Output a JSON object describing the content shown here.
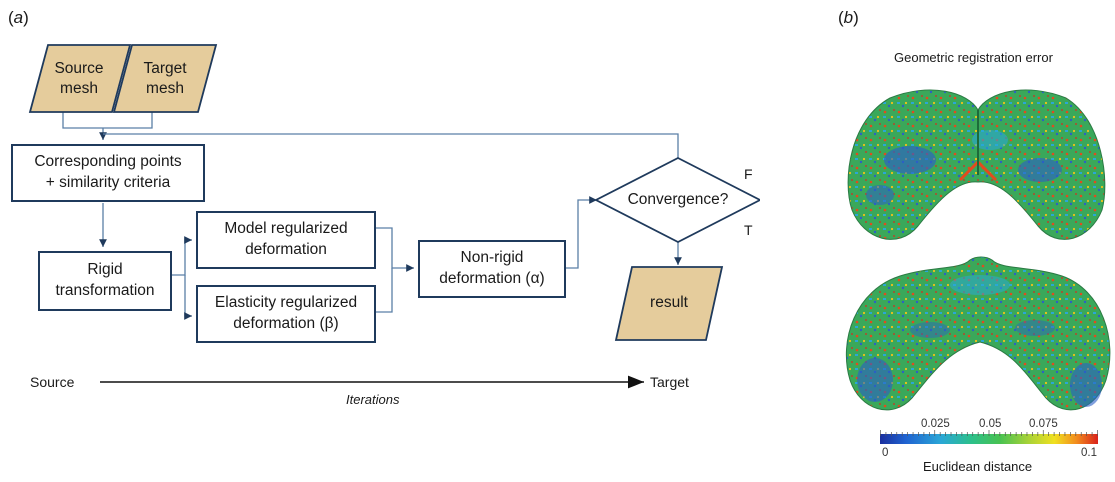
{
  "panel_a": {
    "label_paren_open": "(",
    "label_letter": "a",
    "label_paren_close": ")",
    "inputs": {
      "source_mesh": "Source\nmesh",
      "target_mesh": "Target\nmesh"
    },
    "corresponding": "Corresponding points\n+ similarity criteria",
    "rigid": "Rigid\ntransformation",
    "model_reg": "Model regularized\ndeformation",
    "elastic_reg": "Elasticity regularized\ndeformation (β)",
    "nonrigid": "Non-rigid\ndeformation (α)",
    "convergence": "Convergence?",
    "branch_false": "F",
    "branch_true": "T",
    "result": "result",
    "axis_start": "Source",
    "axis_end": "Target",
    "axis_caption": "Iterations",
    "colors": {
      "box_border": "#1f3a5c",
      "parallelogram_fill": "#e5cc9c",
      "connector": "#5b7fa6"
    }
  },
  "panel_b": {
    "label_paren_open": "(",
    "label_letter": "b",
    "label_paren_close": ")",
    "title": "Geometric registration error",
    "colorbar": {
      "min_label": "0",
      "max_label": "0.1",
      "tick_labels": [
        "0.025",
        "0.05",
        "0.075"
      ],
      "axis_label": "Euclidean distance",
      "colors": [
        "#1b2f9e",
        "#2aa7d6",
        "#48c251",
        "#f0e020",
        "#d9221c"
      ]
    }
  }
}
